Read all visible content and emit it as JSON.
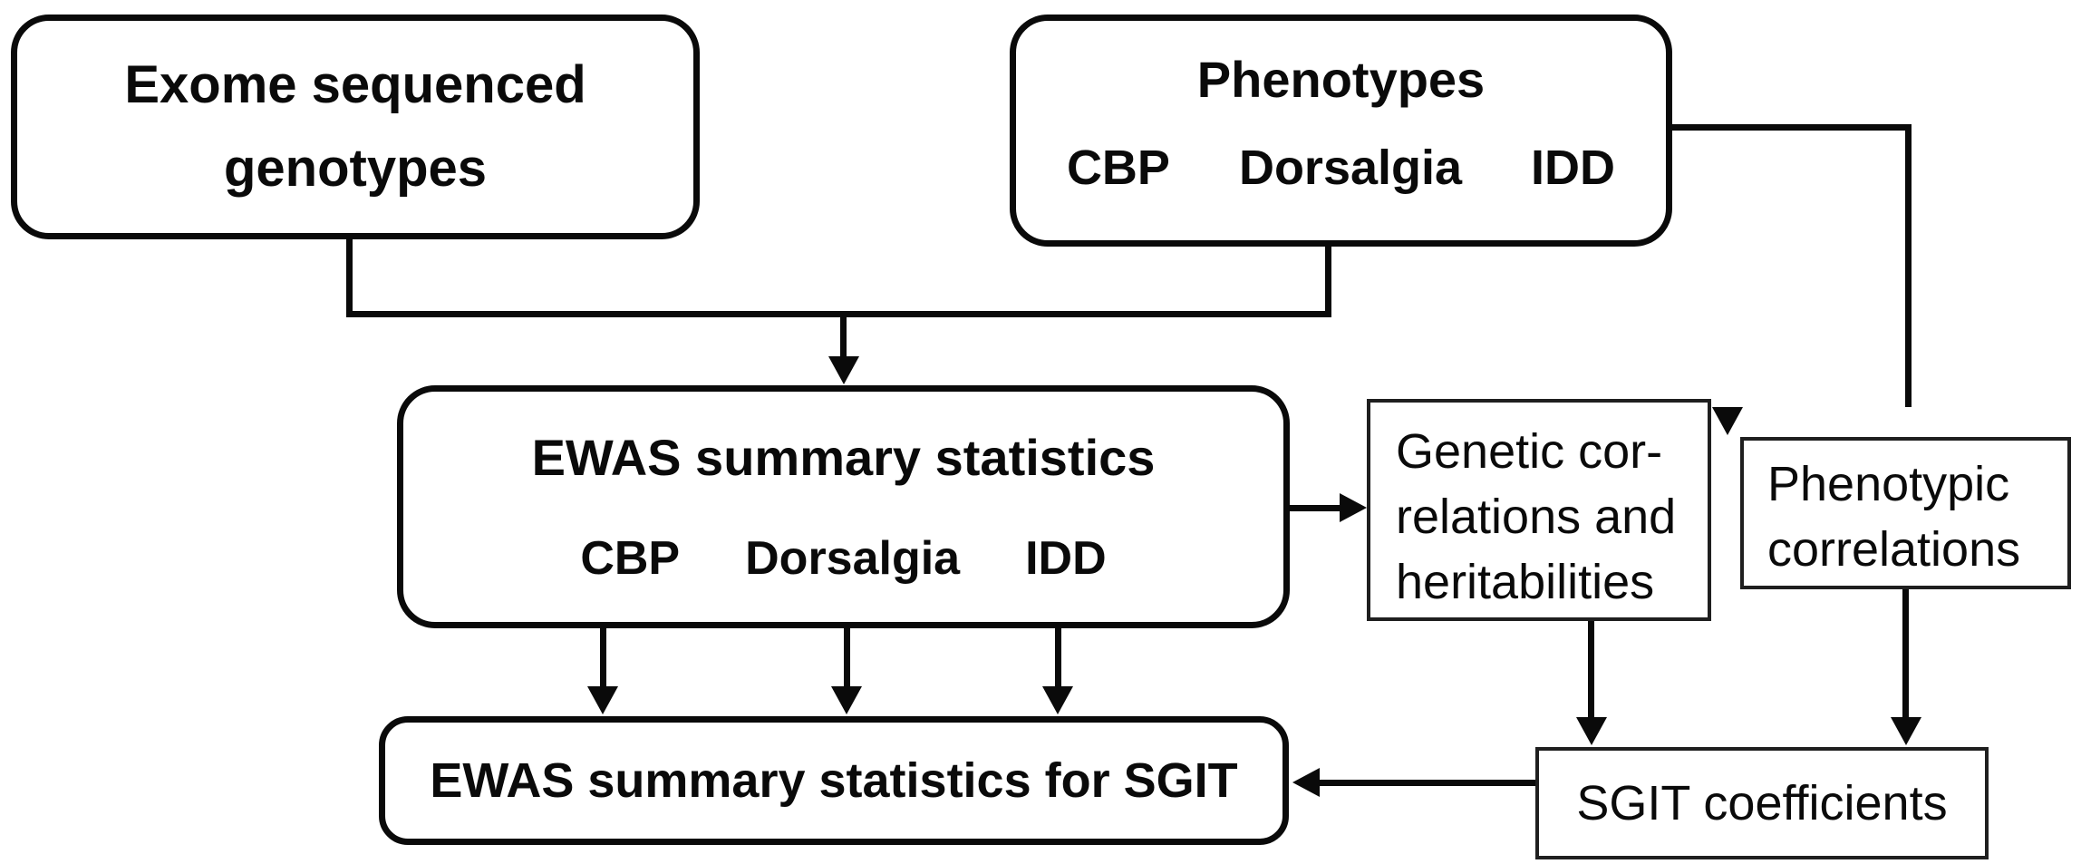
{
  "diagram": {
    "nodes": {
      "exome_genotypes": {
        "line1": "Exome sequenced",
        "line2": "genotypes"
      },
      "phenotypes": {
        "title": "Phenotypes",
        "items": [
          "CBP",
          "Dorsalgia",
          "IDD"
        ]
      },
      "ewas_summary": {
        "title": "EWAS summary statistics",
        "items": [
          "CBP",
          "Dorsalgia",
          "IDD"
        ]
      },
      "genetic_correlations": {
        "lines": [
          "Genetic cor-",
          "relations and",
          "heritabilities"
        ]
      },
      "phenotypic_correlations": {
        "lines": [
          "Phenotypic",
          "correlations"
        ]
      },
      "ewas_sgit": {
        "label": "EWAS summary statistics for SGIT"
      },
      "sgit_coefficients": {
        "label": "SGIT coefficients"
      }
    },
    "colors": {
      "ink": "#0a0a0a",
      "box_background": "#ffffff",
      "page_background": "#ffffff"
    }
  }
}
